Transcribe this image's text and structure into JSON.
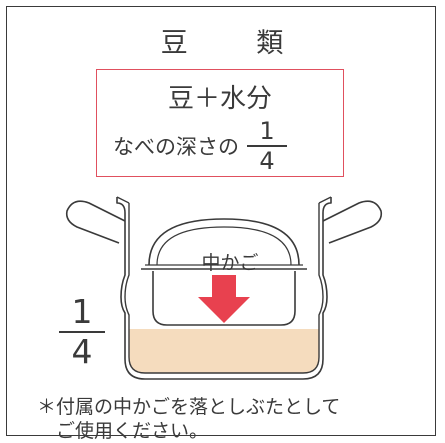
{
  "title": "豆 類",
  "formula": "豆＋水分",
  "depth_text": "なべの深さの",
  "depth_fraction": {
    "numerator": "1",
    "denominator": "4"
  },
  "basket_label": "中かご",
  "side_fraction": {
    "numerator": "1",
    "denominator": "4"
  },
  "note": "＊付属の中かごを落としぶたとして\n　ご使用ください。",
  "colors": {
    "line": "#3a3a3a",
    "box_border": "#e0505e",
    "arrow": "#e8414f",
    "liquid": "#f5dcbe"
  }
}
